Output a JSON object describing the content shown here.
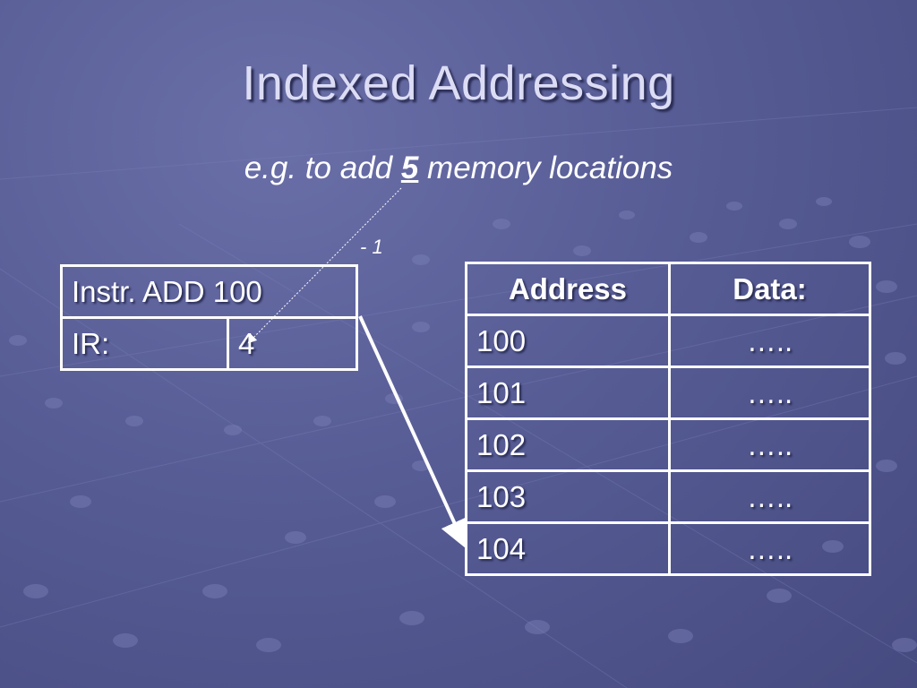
{
  "slide": {
    "title": "Indexed Addressing",
    "subtitle_pre": "e.g. to add ",
    "subtitle_num": "5",
    "subtitle_post": " memory locations",
    "minus_note": "- 1"
  },
  "instr_table": {
    "instr_label": "Instr. ADD 100",
    "ir_label": "IR:",
    "ir_value": "4"
  },
  "memory_table": {
    "headers": [
      "Address",
      "Data:"
    ],
    "rows": [
      {
        "address": "100",
        "data": "….."
      },
      {
        "address": "101",
        "data": "….."
      },
      {
        "address": "102",
        "data": "….."
      },
      {
        "address": "103",
        "data": "….."
      },
      {
        "address": "104",
        "data": "….."
      }
    ]
  },
  "colors": {
    "background": "#575c95",
    "title": "#dcdcf5",
    "text": "#ffffff"
  }
}
